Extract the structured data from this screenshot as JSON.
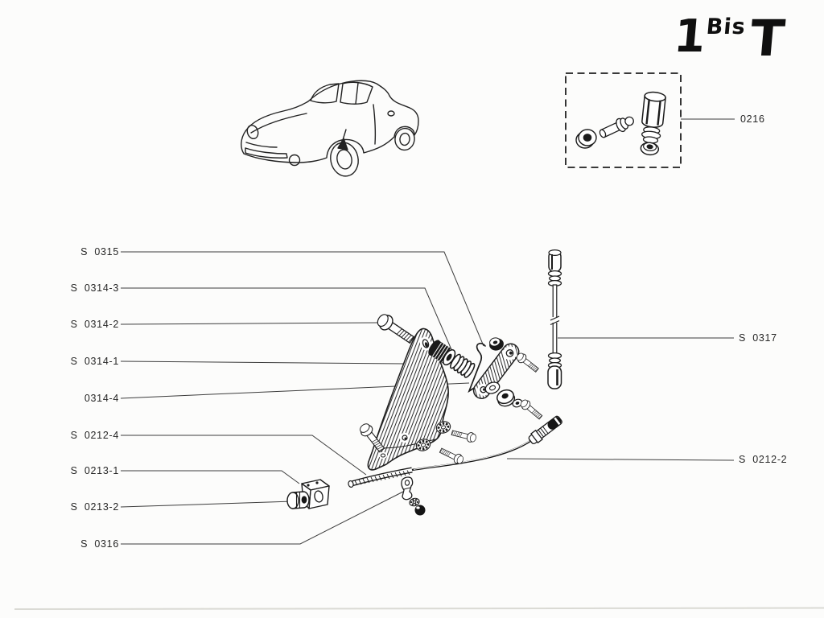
{
  "plate": {
    "number": "1",
    "suffix": "Bis",
    "series": "T"
  },
  "callouts": {
    "s0315": "S 0315",
    "s0314_3": "S 0314-3",
    "s0314_2": "S 0314-2",
    "s0314_1": "S 0314-1",
    "n0314_4": "0314-4",
    "s0212_4": "S 0212-4",
    "s0213_1": "S 0213-1",
    "s0213_2": "S 0213-2",
    "s0316": "S 0316",
    "s0317": "S 0317",
    "s0212_2": "S 0212-2",
    "n0216": "0216"
  }
}
